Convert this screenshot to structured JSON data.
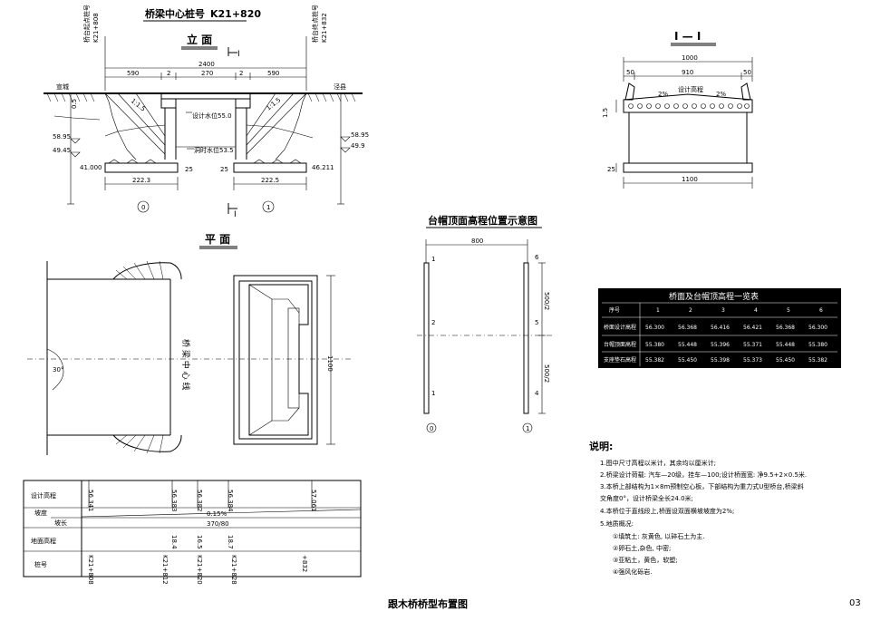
{
  "title_block": {
    "center_stake_label": "桥梁中心桩号",
    "center_stake_value": "K21+820",
    "drawing_title": "跟木桥桥型布置图",
    "sheet_no": "03"
  },
  "elevation_view": {
    "heading": "立 面",
    "section_mark": "I",
    "left_stake_label": "桥台起点桩号",
    "left_stake_value": "K21+808",
    "right_stake_label": "桥台终点桩号",
    "right_stake_value": "K21+832",
    "left_road_label": "宣城",
    "right_road_label": "泾县",
    "total_length": "2400",
    "span_segments": [
      "590",
      "2",
      "270",
      "2",
      "590"
    ],
    "slope_left": "1:1.5",
    "slope_right": "1:1.5",
    "design_water_level": "设计水位55.0",
    "normal_water_level": "洞时水位53.5",
    "left_elevations": [
      "58.95",
      "49.45",
      "41.000"
    ],
    "right_elevations": [
      "58.95",
      "49.9",
      "46.211"
    ],
    "left_footing_width": "222.3",
    "right_footing_width": "222.5",
    "left_dims": [
      "0.5",
      "25"
    ],
    "right_dims": [
      "25"
    ],
    "axis_left": "0",
    "axis_right": "1"
  },
  "plan_view": {
    "heading": "平 面",
    "center_line_label": "桥 梁 中 心 线",
    "width_dim": "1100",
    "skew_label": "30°"
  },
  "section_view": {
    "heading": "I — I",
    "top_width": "1000",
    "segments": [
      "50",
      "910",
      "50"
    ],
    "crown_label": "设计高程",
    "slope_label": "2%",
    "bottom_width": "1100",
    "left_dims": [
      "1.5",
      "25"
    ]
  },
  "abutment_schematic": {
    "heading": "台帽顶面高程位置示意图",
    "width_dim": "800",
    "height_dims": [
      "500/2",
      "500/2"
    ],
    "points_left": [
      "1",
      "2",
      "1"
    ],
    "points_right": [
      "6",
      "5",
      "4"
    ],
    "axis_left": "0",
    "axis_right": "1"
  },
  "elevation_table": {
    "title": "桥面及台帽顶高程一览表",
    "headers": [
      "序号",
      "1",
      "2",
      "3",
      "4",
      "5",
      "6"
    ],
    "rows": [
      {
        "label": "桥面设计高程",
        "values": [
          "56.300",
          "56.368",
          "56.416",
          "56.421",
          "56.368",
          "56.300"
        ]
      },
      {
        "label": "台帽顶面高程",
        "values": [
          "55.380",
          "55.448",
          "55.396",
          "55.371",
          "55.448",
          "55.380"
        ]
      },
      {
        "label": "支座垫石高程",
        "values": [
          "55.382",
          "55.450",
          "55.398",
          "55.373",
          "55.450",
          "55.382"
        ]
      }
    ]
  },
  "notes": {
    "heading": "说明:",
    "items": [
      "1.图中尺寸高程以米计，其余均以厘米计;",
      "2.桥梁设计荷载: 汽车—20级，挂车—100;设计桥面宽: 净9.5+2×0.5米.",
      "3.本桥上部结构为1×8m预制空心板，下部结构为重力式U型桥台,桥梁斜",
      "  交角度0°，设计桥梁全长24.0米;",
      "4.本桥位于直线段上,桥面设双面横坡坡度为2%;",
      "5.地质概况:",
      "①填筑土: 灰黄色, 以碎石土为主.",
      "②卵石土,杂色, 中密;",
      "③亚粘土，黄色，软塑;",
      "④强风化砾岩."
    ]
  },
  "profile_table": {
    "row_labels": [
      "设计高程",
      "坡度",
      "坡长",
      "地面高程",
      "桩号"
    ],
    "design_elevations": [
      "56.341",
      "56.383",
      "56.382",
      "56.384",
      "57.061"
    ],
    "grade": "0.15%",
    "slope_length": "370/80",
    "ground_elevations": [
      "18.4",
      "16.5",
      "18.7"
    ],
    "stakes": [
      "K21+808",
      "K21+812",
      "K21+820",
      "K21+828",
      "+832"
    ]
  }
}
